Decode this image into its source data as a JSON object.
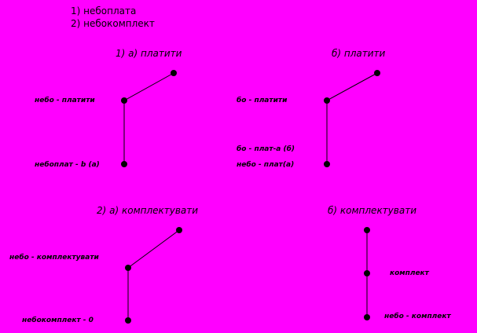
{
  "list": [
    "1) небоплата",
    "2) небокомплект"
  ],
  "diagrams": {
    "d1a": {
      "title": "1)   а)  платити",
      "labels": [
        "небо - платити",
        "небоплат - b (а)"
      ]
    },
    "d1b": {
      "title": "б)  платити",
      "labels": [
        "бо - платити",
        "бо - плат-а (б)",
        "небо - плат(а)"
      ]
    },
    "d2a": {
      "title": "2)   а)  комплектувати",
      "labels": [
        "небо - комплектувати",
        "небокомплект - 0"
      ]
    },
    "d2b": {
      "title": "б)  комплектувати",
      "labels": [
        "комплект",
        "небо - комплект"
      ]
    }
  },
  "colors": {
    "background": "#ff00ff",
    "ink": "#000000"
  }
}
